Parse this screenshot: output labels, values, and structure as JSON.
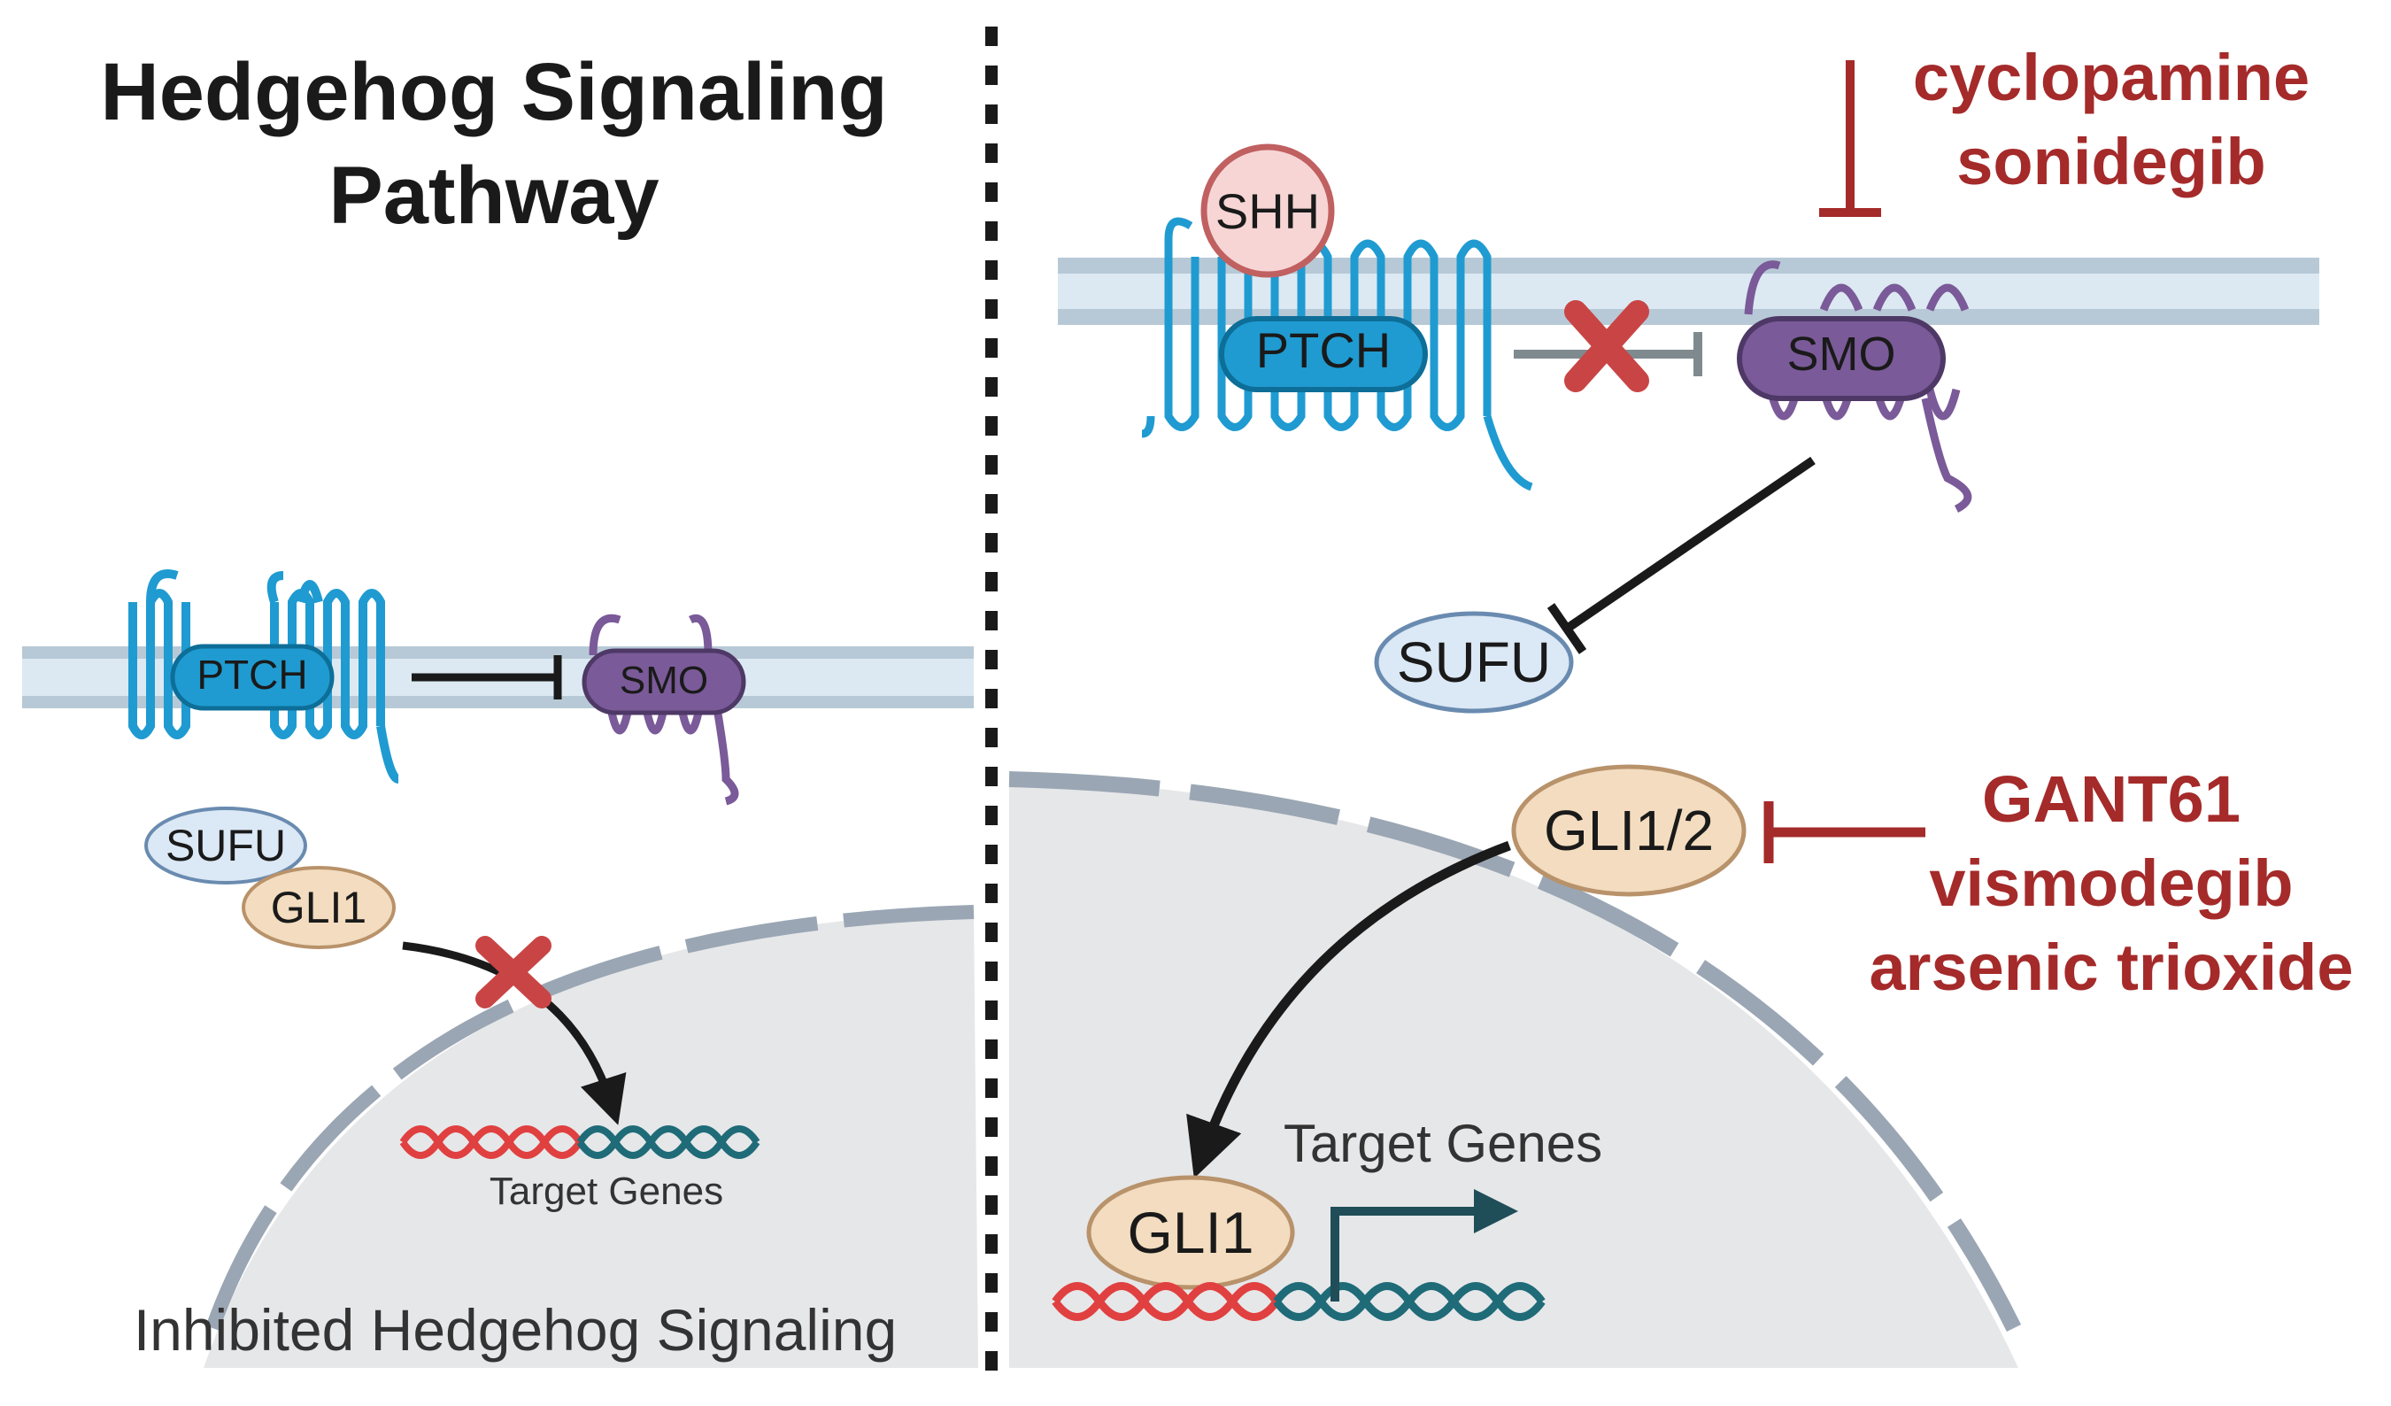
{
  "title": {
    "line1": "Hedgehog Signaling",
    "line2": "Pathway"
  },
  "left_panel": {
    "ptch": "PTCH",
    "smo": "SMO",
    "sufu": "SUFU",
    "gli": "GLI1",
    "genes": "Target Genes",
    "caption": "Inhibited Hedgehog Signaling"
  },
  "right_panel": {
    "shh": "SHH",
    "ptch": "PTCH",
    "smo": "SMO",
    "sufu": "SUFU",
    "gli12": "GLI1/2",
    "gli1": "GLI1",
    "genes": "Target Genes"
  },
  "inhibitors": {
    "smo_drugs": [
      "cyclopamine",
      "sonidegib"
    ],
    "gli_drugs": [
      "GANT61",
      "vismodegib",
      "arsenic trioxide"
    ]
  },
  "colors": {
    "membrane": "#b7c9d6",
    "membrane_fill": "#dce9f2",
    "ptch": "#1f9bd1",
    "smo": "#7a5a98",
    "drug_red": "#a52a2a",
    "block_red": "#c94545",
    "nucleus": "#e6e7e9",
    "nucleus_edge": "#9aa6b3"
  }
}
